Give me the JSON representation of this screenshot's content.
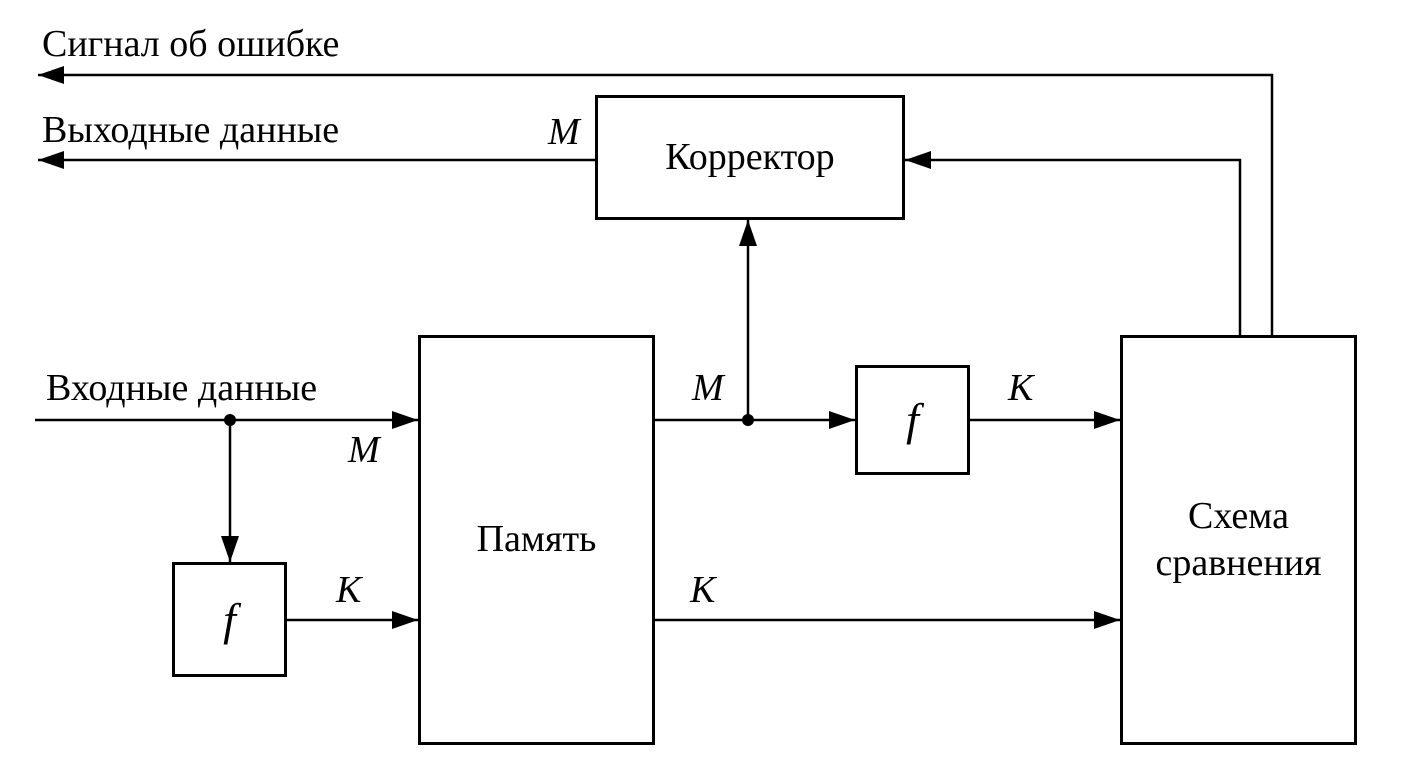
{
  "diagram": {
    "blocks": {
      "corrector": {
        "label": "Корректор"
      },
      "memory": {
        "label": "Память"
      },
      "comparator": {
        "label": "Схема сравнения"
      },
      "f_input": {
        "label": "f"
      },
      "f_output": {
        "label": "f"
      }
    },
    "signals": {
      "error_signal": "Сигнал об ошибке",
      "output_data": "Выходные данные",
      "input_data": "Входные данные"
    },
    "edge_labels": {
      "m_corrector": "M",
      "m_input": "M",
      "k_input": "K",
      "m_memory_out": "M",
      "k_f_out": "K",
      "k_memory_out": "K"
    },
    "colors": {
      "line": "#000000",
      "background": "#ffffff"
    }
  }
}
